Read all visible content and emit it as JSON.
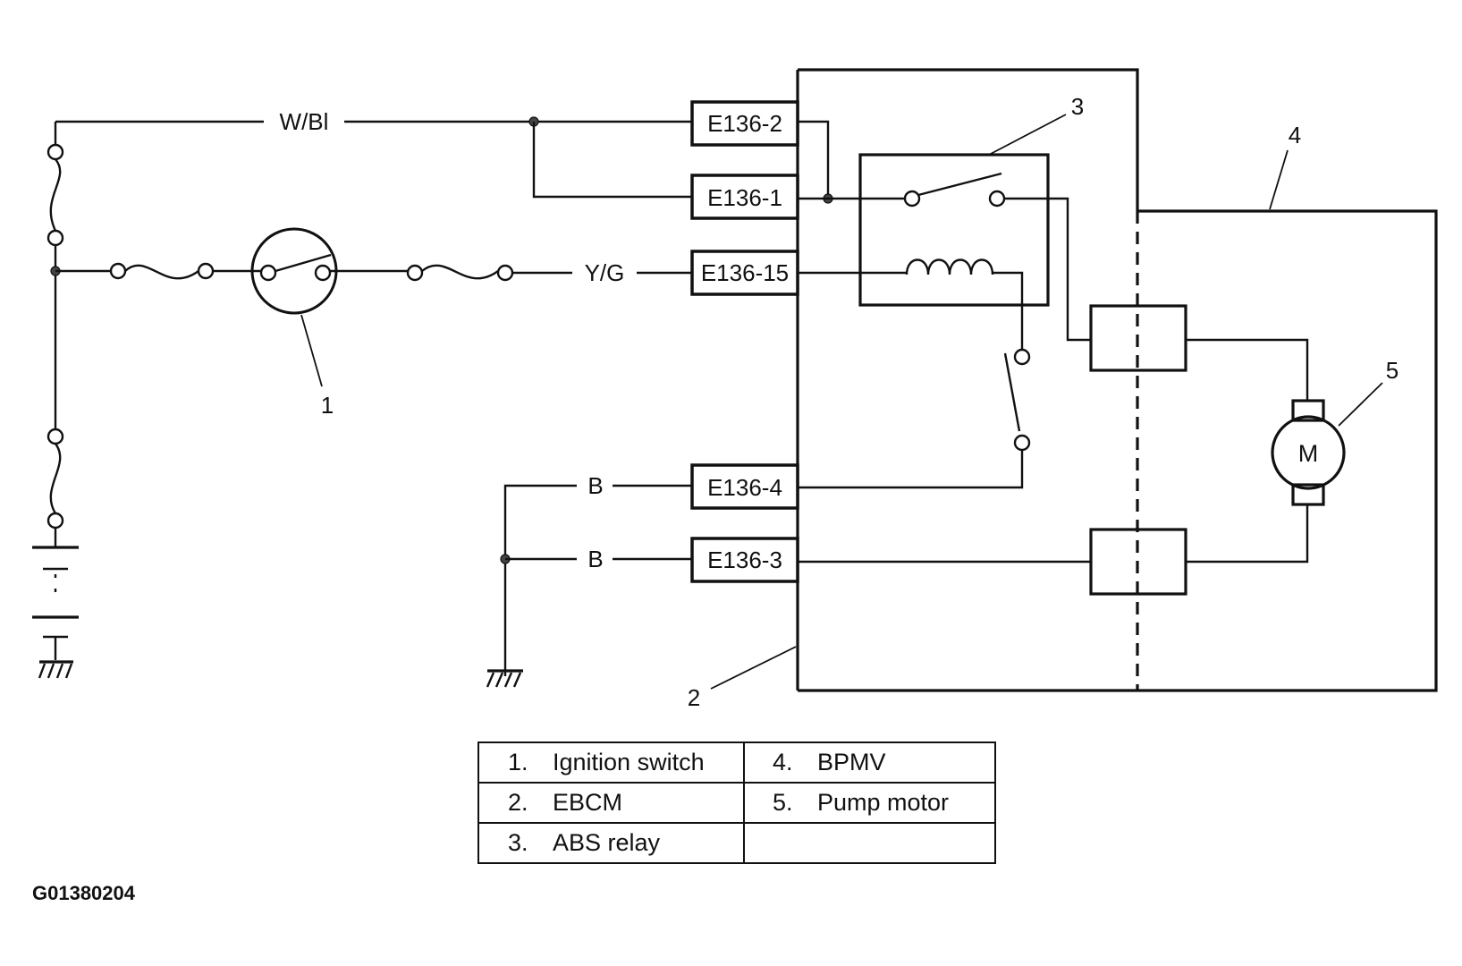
{
  "diagram": {
    "connectors": {
      "c1": "E136-2",
      "c2": "E136-1",
      "c3": "E136-15",
      "c4": "E136-4",
      "c5": "E136-3"
    },
    "wire_labels": {
      "wbl": "W/Bl",
      "yg": "Y/G",
      "b1": "B",
      "b2": "B"
    },
    "callouts": {
      "n1": "1",
      "n2": "2",
      "n3": "3",
      "n4": "4",
      "n5": "5"
    },
    "motor_symbol": "M"
  },
  "legend": {
    "rows": [
      {
        "num": "1.",
        "label": "Ignition switch"
      },
      {
        "num": "2.",
        "label": "EBCM"
      },
      {
        "num": "3.",
        "label": "ABS relay"
      },
      {
        "num": "4.",
        "label": "BPMV"
      },
      {
        "num": "5.",
        "label": "Pump motor"
      }
    ]
  },
  "figure_id": "G01380204"
}
